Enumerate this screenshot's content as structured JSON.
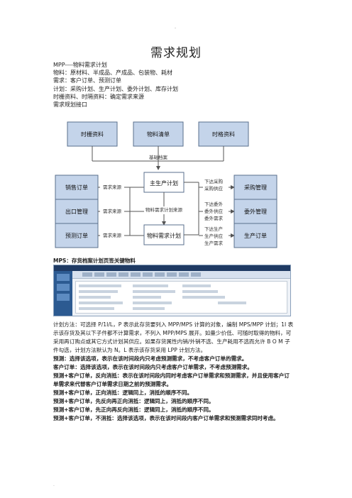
{
  "page": {
    "title": "需求规划",
    "top_mark": "-",
    "bottom_mark": "."
  },
  "intro_lines": [
    "MPP----物料需求计划",
    "物料：原材料、半成品、产成品、包装物、耗材",
    "需求：客户订单、预测订单",
    "计划：采购计划、生产计划、委外计划、库存计划",
    "时栅资料、时隔资料：确定需求来源",
    "需求规划接口"
  ],
  "diagram": {
    "top_boxes": [
      "时栅资料",
      "物料清单",
      "时格资料"
    ],
    "base_label": "基础档案",
    "left_boxes": [
      "销售订单",
      "出口管理",
      "预测订单"
    ],
    "left_edge_label": "需求来源",
    "center_top": "主生产计划",
    "center_mid_label": "物料需求计划来源",
    "center_bottom": "物料需求计划",
    "right_boxes": [
      "采购管理",
      "委外管理",
      "生产订单"
    ],
    "right_labels": [
      [
        "下达采购",
        "采购供应"
      ],
      [
        "下达委外",
        "委外供应",
        "委外需求"
      ],
      [
        "下达生产",
        "生产供应",
        "生产需求"
      ]
    ]
  },
  "mps_heading": "MPS：存货档案计划页签关键物料",
  "paragraphs": [
    {
      "text": "计划方法：可选择 P/1I/L，P 表示此存货要列入 MPP/MPS 计算的对象，编制 MPS/MPP 计划；1I 表示该存货及其以下子件都不计算需求，不列入 MPP/MPS 展开。如量少价低、可随时取得的物料，可采用再订购点或其它方式计划其供应。如果存货属性内销/外销不选、生产耗用不选而允许 B O M 子件勾选，计划方法默认为 N。L 表示该存货采用 LPP 计划方法。",
      "bold": false
    },
    {
      "text": "预测：选择该选项，表示在该时间段内只考虑预测需求，不考虑客户订单的需求。",
      "bold": true
    },
    {
      "text": "客户订单：选择该选项，表示在该时间段内只考虑客户订单需求，不考虑预测需求。",
      "bold": true
    },
    {
      "text": "预测+客户订单，反向消抵：表示在该时间段内同时考虑客户订单需求和预测需求，并且使用客户订单需求来代替客户订单需求日期之前的预测需求。",
      "bold": true
    },
    {
      "text": "预测+客户订单，正向消抵：逻辑同上，消抵的顺序不同。",
      "bold": true
    },
    {
      "text": "预测+客户订单，先反向再正向消抵：逻辑同上，消抵的顺序不同。",
      "bold": true
    },
    {
      "text": "预测+客户订单，先正向再反向消抵：逻辑同上，消抵的顺序不同。",
      "bold": true
    },
    {
      "text": "预测+客户订单，不消抵：选择该选项，表示在该时间段内客户订单需求和预测需求同时考虑。",
      "bold": true
    }
  ],
  "colors": {
    "box_fill": "#c4d4ea",
    "box_border": "#5a6f8c",
    "center_fill": "#ffffff"
  }
}
